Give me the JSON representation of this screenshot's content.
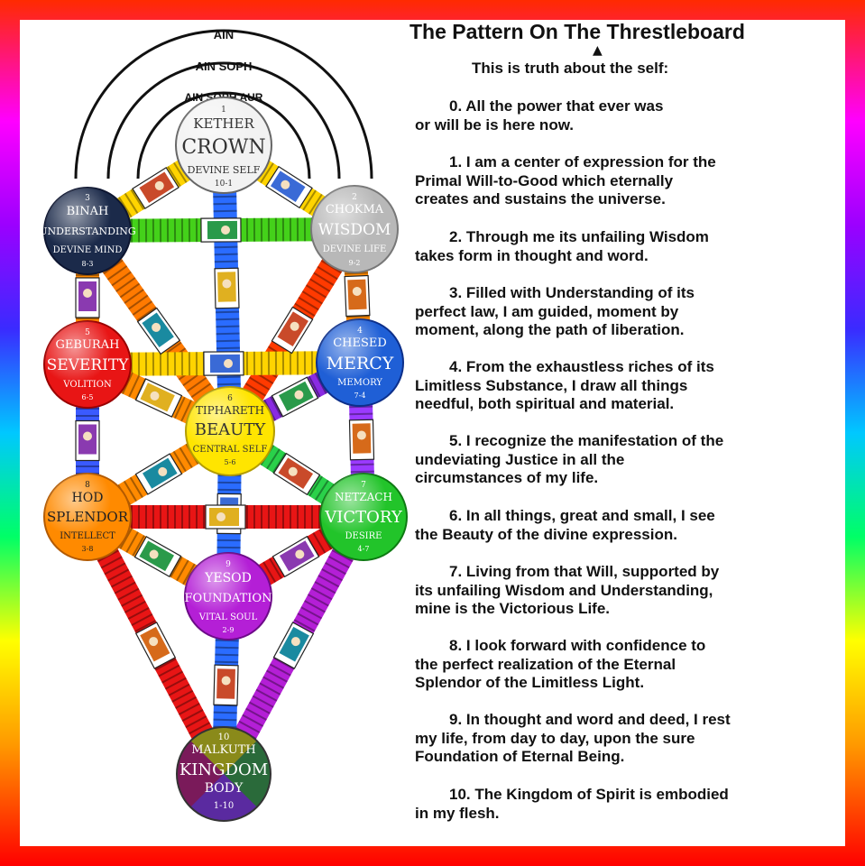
{
  "title": "The Pattern On The Threstleboard",
  "subtitle": "This is truth about the self:",
  "veils": [
    "AIN",
    "AIN SOPH",
    "AIN SOPH AUR"
  ],
  "sephiroth": [
    {
      "id": "kether",
      "number": "1",
      "name": "KETHER",
      "title": "CROWN",
      "aspect": "DEVINE SELF",
      "code": "10-1",
      "color": "#f2f2f2",
      "text_color": "#333333"
    },
    {
      "id": "binah",
      "number": "3",
      "name": "BINAH",
      "title": "UNDERSTANDING",
      "aspect": "DEVINE MIND",
      "code": "8-3",
      "color": "#1b2a4a",
      "text_color": "#ffffff"
    },
    {
      "id": "chokma",
      "number": "2",
      "name": "CHOKMA",
      "title": "WISDOM",
      "aspect": "DEVINE LIFE",
      "code": "9-2",
      "color": "#b8b8b8",
      "text_color": "#ffffff"
    },
    {
      "id": "geburah",
      "number": "5",
      "name": "GEBURAH",
      "title": "SEVERITY",
      "aspect": "VOLITION",
      "code": "6-5",
      "color": "#e81515",
      "text_color": "#ffffff"
    },
    {
      "id": "chesed",
      "number": "4",
      "name": "CHESED",
      "title": "MERCY",
      "aspect": "MEMORY",
      "code": "7-4",
      "color": "#1f5fd6",
      "text_color": "#ffffff"
    },
    {
      "id": "tiphareth",
      "number": "6",
      "name": "TIPHARETH",
      "title": "BEAUTY",
      "aspect": "CENTRAL SELF",
      "code": "5-6",
      "color": "#ffe500",
      "text_color": "#333333"
    },
    {
      "id": "hod",
      "number": "8",
      "name": "HOD",
      "title": "SPLENDOR",
      "aspect": "INTELLECT",
      "code": "3-8",
      "color": "#ff8a00",
      "text_color": "#222222"
    },
    {
      "id": "netzach",
      "number": "7",
      "name": "NETZACH",
      "title": "VICTORY",
      "aspect": "DESIRE",
      "code": "4-7",
      "color": "#22c42a",
      "text_color": "#ffffff"
    },
    {
      "id": "yesod",
      "number": "9",
      "name": "YESOD",
      "title": "FOUNDATION",
      "aspect": "VITAL SOUL",
      "code": "2-9",
      "color": "#b41fd6",
      "text_color": "#ffffff"
    },
    {
      "id": "malkuth",
      "number": "10",
      "name": "MALKUTH",
      "title": "KINGDOM",
      "aspect": "BODY",
      "code": "1-10",
      "color": "#7a2a8a",
      "text_color": "#ffffff"
    }
  ],
  "statements": [
    "0. All the power that ever was\nor will be is here now.",
    "1. I am a center of expression for the\nPrimal Will-to-Good which eternally\ncreates and sustains the universe.",
    "2. Through me its unfailing Wisdom\ntakes form in thought and word.",
    "3. Filled with Understanding of its\nperfect law, I am guided, moment by\nmoment, along the path of liberation.",
    "4. From the exhaustless riches of its\nLimitless Substance, I draw all things\nneedful, both spiritual and material.",
    "5. I recognize the manifestation of the\nundeviating Justice in all the\ncircumstances of my life.",
    "6. In all things, great and small, I see\nthe Beauty of the divine expression.",
    "7. Living from that Will, supported by\nits unfailing Wisdom and Understanding,\nmine is the Victorious Life.",
    "8. I look forward with confidence to\nthe perfect realization of the Eternal\nSplendor of the Limitless Light.",
    "9. In thought and word and deed, I rest\nmy life, from day to day, upon the sure\nFoundation of Eternal Being.",
    "10. The Kingdom of Spirit is embodied\nin  my flesh."
  ],
  "colors": {
    "frame_gradient": [
      "#ff2a00",
      "#ff00ff",
      "#3a2bff",
      "#00c8ff",
      "#00ff66",
      "#ffff00",
      "#ff9900",
      "#ff0000"
    ],
    "text": "#111111"
  }
}
